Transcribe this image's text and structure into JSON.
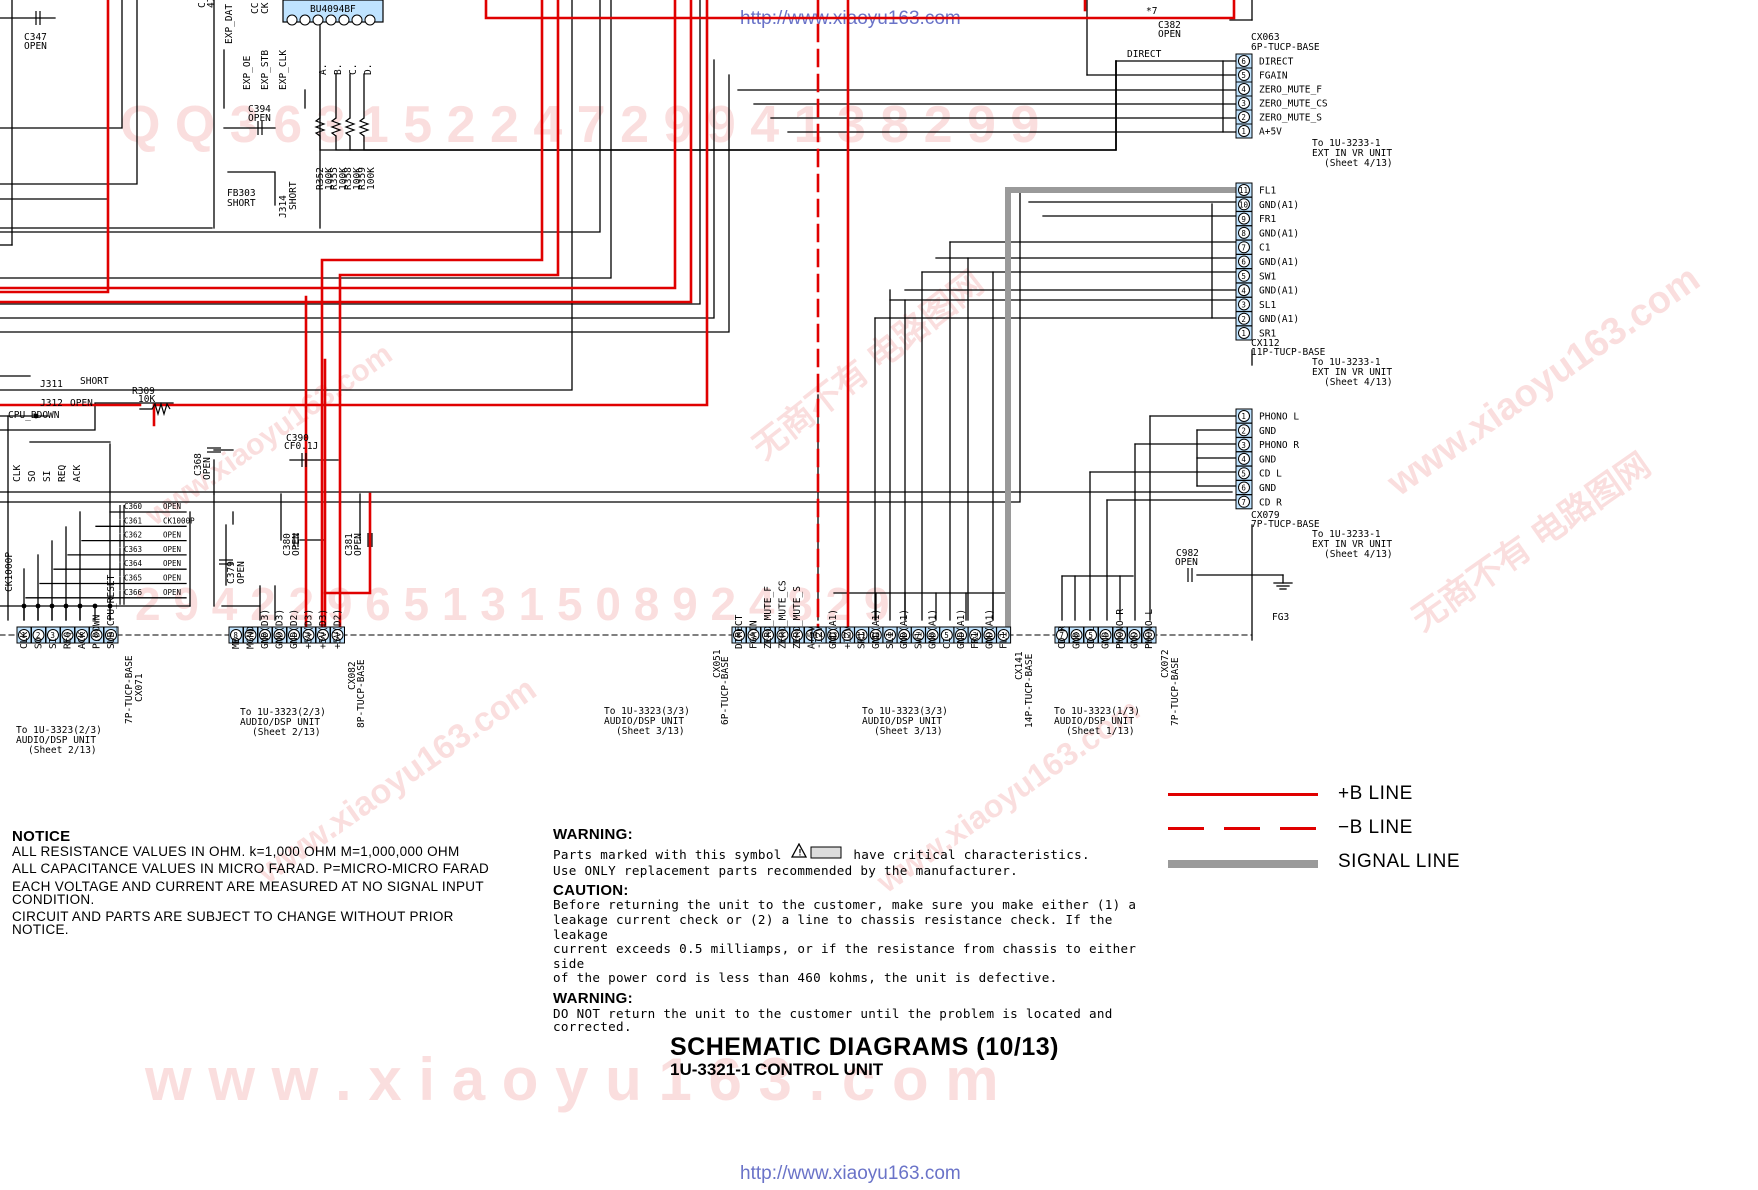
{
  "watermarks": {
    "url_top": "http://www.xiaoyu163.com",
    "url_bottom": "http://www.xiaoyu163.com",
    "bg_row1": "Q Q 3 6 3 1 5 2 2 4 7   2 9 9 4 1 3 8 2 9 9",
    "bg_row2": "2 9 4 2 2 9 6 5 1 3   1 5 0 8 9 2 4 8 2 9",
    "bg_row3": "w w w . x i a o y u 1 6 3 . c o m",
    "diag": [
      "www.xiaoyu163.com",
      "无商不有 电路图网"
    ]
  },
  "colors": {
    "plus_b": "#e00000",
    "minus_b": "#e00000",
    "signal": "#9a9a9a",
    "wire": "#000000"
  },
  "connectors": {
    "cx063": {
      "name": "CX063",
      "type": "6P-TUCP-BASE",
      "pins": [
        {
          "n": "6",
          "s": "DIRECT"
        },
        {
          "n": "5",
          "s": "FGAIN"
        },
        {
          "n": "4",
          "s": "ZERO_MUTE_F"
        },
        {
          "n": "3",
          "s": "ZERO_MUTE_CS"
        },
        {
          "n": "2",
          "s": "ZERO_MUTE_S"
        },
        {
          "n": "1",
          "s": "A+5V"
        }
      ],
      "to": [
        "To 1U-3233-1",
        "EXT IN VR UNIT",
        "(Sheet 4/13)"
      ]
    },
    "cx112": {
      "name": "CX112",
      "type": "11P-TUCP-BASE",
      "pins": [
        {
          "n": "11",
          "s": "FL1"
        },
        {
          "n": "10",
          "s": "GND(A1)"
        },
        {
          "n": "9",
          "s": "FR1"
        },
        {
          "n": "8",
          "s": "GND(A1)"
        },
        {
          "n": "7",
          "s": "C1"
        },
        {
          "n": "6",
          "s": "GND(A1)"
        },
        {
          "n": "5",
          "s": "SW1"
        },
        {
          "n": "4",
          "s": "GND(A1)"
        },
        {
          "n": "3",
          "s": "SL1"
        },
        {
          "n": "2",
          "s": "GND(A1)"
        },
        {
          "n": "1",
          "s": "SR1"
        }
      ],
      "to": [
        "To 1U-3233-1",
        "EXT IN VR UNIT",
        "(Sheet 4/13)"
      ]
    },
    "cx079": {
      "name": "CX079",
      "type": "7P-TUCP-BASE",
      "pins": [
        {
          "n": "1",
          "s": "PHONO L"
        },
        {
          "n": "2",
          "s": "GND"
        },
        {
          "n": "3",
          "s": "PHONO R"
        },
        {
          "n": "4",
          "s": "GND"
        },
        {
          "n": "5",
          "s": "CD L"
        },
        {
          "n": "6",
          "s": "GND"
        },
        {
          "n": "7",
          "s": "CD R"
        }
      ],
      "to": [
        "To 1U-3233-1",
        "EXT IN VR UNIT",
        "(Sheet 4/13)"
      ]
    },
    "cx071": {
      "name": "CX071",
      "type": "7P-TUCP-BASE",
      "pins": [
        {
          "n": "1",
          "s": "CLK"
        },
        {
          "n": "2",
          "s": "SO"
        },
        {
          "n": "3",
          "s": "SI"
        },
        {
          "n": "4",
          "s": "REQ"
        },
        {
          "n": "5",
          "s": "ACK"
        },
        {
          "n": "6",
          "s": "P.DOWN"
        },
        {
          "n": "7",
          "s": "SUB_CPU_RESET"
        }
      ],
      "to": [
        "To 1U-3323(2/3)",
        "AUDIO/DSP UNIT",
        "(Sheet 2/13)"
      ]
    },
    "cx082": {
      "name": "CX082",
      "type": "8P-TUCP-BASE",
      "pins": [
        {
          "n": "8",
          "s": "MB"
        },
        {
          "n": "7",
          "s": "MGND"
        },
        {
          "n": "6",
          "s": "GND(D3)"
        },
        {
          "n": "5",
          "s": "GND(D3)"
        },
        {
          "n": "4",
          "s": "GND(D2)"
        },
        {
          "n": "3",
          "s": "+5V(D3)"
        },
        {
          "n": "2",
          "s": "+5V(D3)"
        },
        {
          "n": "1",
          "s": "+5V(D2)"
        }
      ],
      "to": [
        "To 1U-3323(2/3)",
        "AUDIO/DSP UNIT",
        "(Sheet 2/13)"
      ]
    },
    "cx051": {
      "name": "CX051",
      "type": "6P-TUCP-BASE",
      "pins": [
        {
          "n": "6",
          "s": "DIRECT"
        },
        {
          "n": "5",
          "s": "FGAIN"
        },
        {
          "n": "4",
          "s": "ZERO_MUTE_F"
        },
        {
          "n": "3",
          "s": "ZERO_MUTE_CS"
        },
        {
          "n": "2",
          "s": "ZERO_MUTE_S"
        },
        {
          "n": "1",
          "s": "A+5V"
        }
      ],
      "to": [
        "To 1U-3323(3/3)",
        "AUDIO/DSP UNIT",
        "(Sheet 3/13)"
      ]
    },
    "cx141": {
      "name": "CX141",
      "type": "14P-TUCP-BASE",
      "pins": [
        {
          "n": "14",
          "s": "-12V"
        },
        {
          "n": "13",
          "s": "GND(A1)"
        },
        {
          "n": "12",
          "s": "+12V"
        },
        {
          "n": "11",
          "s": "SR1"
        },
        {
          "n": "10",
          "s": "GND(A1)"
        },
        {
          "n": "9",
          "s": "SL1"
        },
        {
          "n": "8",
          "s": "GND(A1)"
        },
        {
          "n": "7",
          "s": "SW1"
        },
        {
          "n": "6",
          "s": "GND(A1)"
        },
        {
          "n": "5",
          "s": "C1"
        },
        {
          "n": "4",
          "s": "GND(A1)"
        },
        {
          "n": "3",
          "s": "FR1"
        },
        {
          "n": "2",
          "s": "GND(A1)"
        },
        {
          "n": "1",
          "s": "FL1"
        }
      ],
      "to": [
        "To 1U-3323(3/3)",
        "AUDIO/DSP UNIT",
        "(Sheet 3/13)"
      ]
    },
    "cx072": {
      "name": "CX072",
      "type": "7P-TUCP-BASE",
      "pins": [
        {
          "n": "7",
          "s": "CD R"
        },
        {
          "n": "6",
          "s": "GND"
        },
        {
          "n": "5",
          "s": "CD L"
        },
        {
          "n": "4",
          "s": "GND"
        },
        {
          "n": "3",
          "s": "PHONO R"
        },
        {
          "n": "2",
          "s": "GND"
        },
        {
          "n": "1",
          "s": "PHONO L"
        }
      ],
      "to": [
        "To 1U-3323(1/3)",
        "AUDIO/DSP UNIT",
        "(Sheet 1/13)"
      ]
    }
  },
  "components": {
    "c347": [
      "C347",
      "OPEN"
    ],
    "c382": [
      "C382",
      "OPEN"
    ],
    "c394": [
      "C394",
      "OPEN"
    ],
    "fb303": [
      "FB303",
      "SHORT"
    ],
    "j314": [
      "J314",
      "SHORT"
    ],
    "j311": [
      "J311",
      "SHORT"
    ],
    "j312": [
      "J312",
      "OPEN"
    ],
    "r309": [
      "R309",
      "10K"
    ],
    "c368": [
      "C368",
      "OPEN"
    ],
    "c390": [
      "C390",
      "CF0.1J"
    ],
    "c380": [
      "C380",
      "OPEN"
    ],
    "c381": [
      "C381",
      "OPEN"
    ],
    "c379": [
      "C379",
      "OPEN"
    ],
    "c982": [
      "C982",
      "OPEN"
    ],
    "c36x": [
      [
        "C360",
        "OPEN"
      ],
      [
        "C361",
        "CK1000P"
      ],
      [
        "C362",
        "OPEN"
      ],
      [
        "C363",
        "OPEN"
      ],
      [
        "C364",
        "OPEN"
      ],
      [
        "C365",
        "OPEN"
      ],
      [
        "C366",
        "OPEN"
      ]
    ],
    "rpack": [
      [
        "R352",
        "100K"
      ],
      [
        "R355",
        "100K"
      ],
      [
        "R358",
        "100K"
      ],
      [
        "R359",
        "100K"
      ]
    ],
    "ic_part": "BU4094BF",
    "exp_pins": [
      "EXP_DAT",
      "EXP_OE",
      "EXP_STB",
      "EXP_CLK"
    ],
    "ic_out": [
      "A.",
      "B.",
      "C.",
      "D."
    ],
    "direct_label": "DIRECT",
    "star7": "*7",
    "cpu_bdown": "CPU_BDOWN",
    "bus_labels": [
      "CLK",
      "SO",
      "SI",
      "REQ",
      "ACK"
    ],
    "fg3": "FG3",
    "left_cap": "CK1000P",
    "cut_labels": [
      "C",
      "47",
      "CC",
      "CK"
    ]
  },
  "legend": [
    {
      "id": "plus_b",
      "label": "+B  LINE",
      "style": "solid"
    },
    {
      "id": "minus_b",
      "label": "−B  LINE",
      "style": "dashed"
    },
    {
      "id": "signal",
      "label": "SIGNAL  LINE",
      "style": "thick"
    }
  ],
  "notice": {
    "heading": "NOTICE",
    "lines": [
      "ALL RESISTANCE VALUES IN OHM. k=1,000 OHM M=1,000,000 OHM",
      "ALL CAPACITANCE VALUES IN MICRO FARAD. P=MICRO-MICRO FARAD",
      "EACH VOLTAGE AND CURRENT ARE MEASURED AT NO SIGNAL INPUT",
      "CONDITION.",
      "CIRCUIT AND PARTS ARE SUBJECT TO CHANGE WITHOUT PRIOR",
      "NOTICE."
    ]
  },
  "warning": {
    "w1_heading": "WARNING:",
    "w1_pre": "Parts marked with this symbol",
    "w1_post": "have critical characteristics.",
    "w1_line2": "Use ONLY replacement parts recommended by the manufacturer.",
    "caution_heading": "CAUTION:",
    "caution_lines": [
      "Before returning the unit to the customer, make sure you make either (1) a",
      "leakage current check or (2) a line to chassis resistance check. If the leakage",
      "current exceeds 0.5 milliamps, or if the resistance from chassis to either side",
      "of the power cord is less than 460 kohms, the unit is defective."
    ],
    "w2_heading": "WARNING:",
    "w2_lines": [
      "DO NOT return the unit to the customer until the problem is located and",
      "corrected."
    ]
  },
  "title": {
    "main": "SCHEMATIC DIAGRAMS  (10/13)",
    "sub": "1U-3321-1 CONTROL UNIT"
  }
}
